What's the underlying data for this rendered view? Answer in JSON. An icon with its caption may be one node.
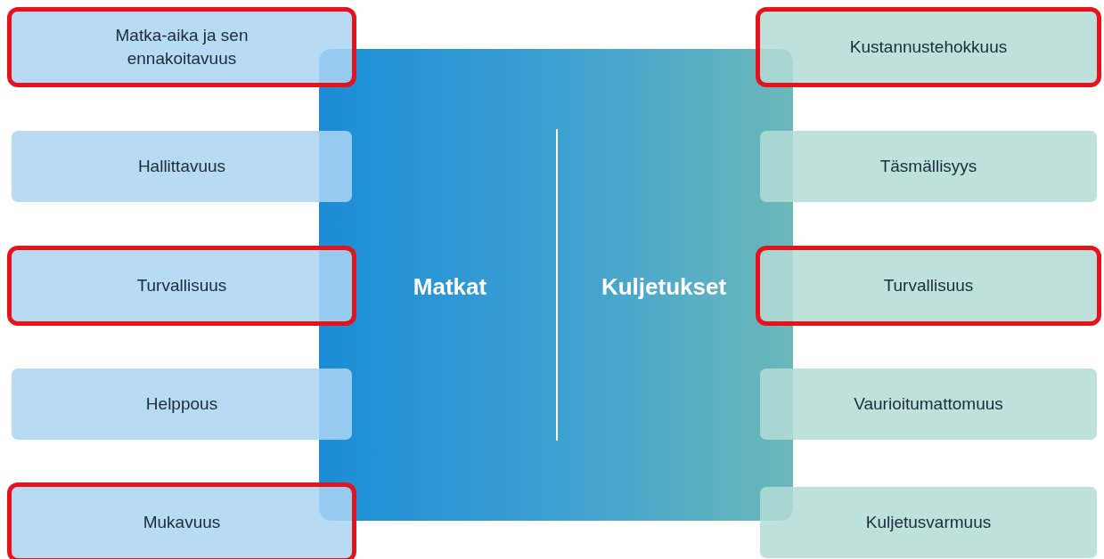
{
  "diagram": {
    "nodes": [
      {
        "text": [
          "Matkat",
          "Kuljetukset"
        ]
      },
      {
        "text": [
          "Matka-aika ja sen ennakoitavuus"
        ]
      },
      {
        "text": [
          "Hallittavuus"
        ]
      },
      {
        "text": [
          "Turvallisuus"
        ]
      },
      {
        "text": [
          "Helppous"
        ]
      },
      {
        "text": [
          "Mukavuus"
        ]
      },
      {
        "text": [
          "Kustannustehokkuus"
        ]
      },
      {
        "text": [
          "Täsmällisyys"
        ]
      },
      {
        "text": [
          "Turvallisuus"
        ]
      },
      {
        "text": [
          "Vaurioitumattomuus"
        ]
      },
      {
        "text": [
          "Kuljetusvarmuus"
        ]
      }
    ]
  }
}
